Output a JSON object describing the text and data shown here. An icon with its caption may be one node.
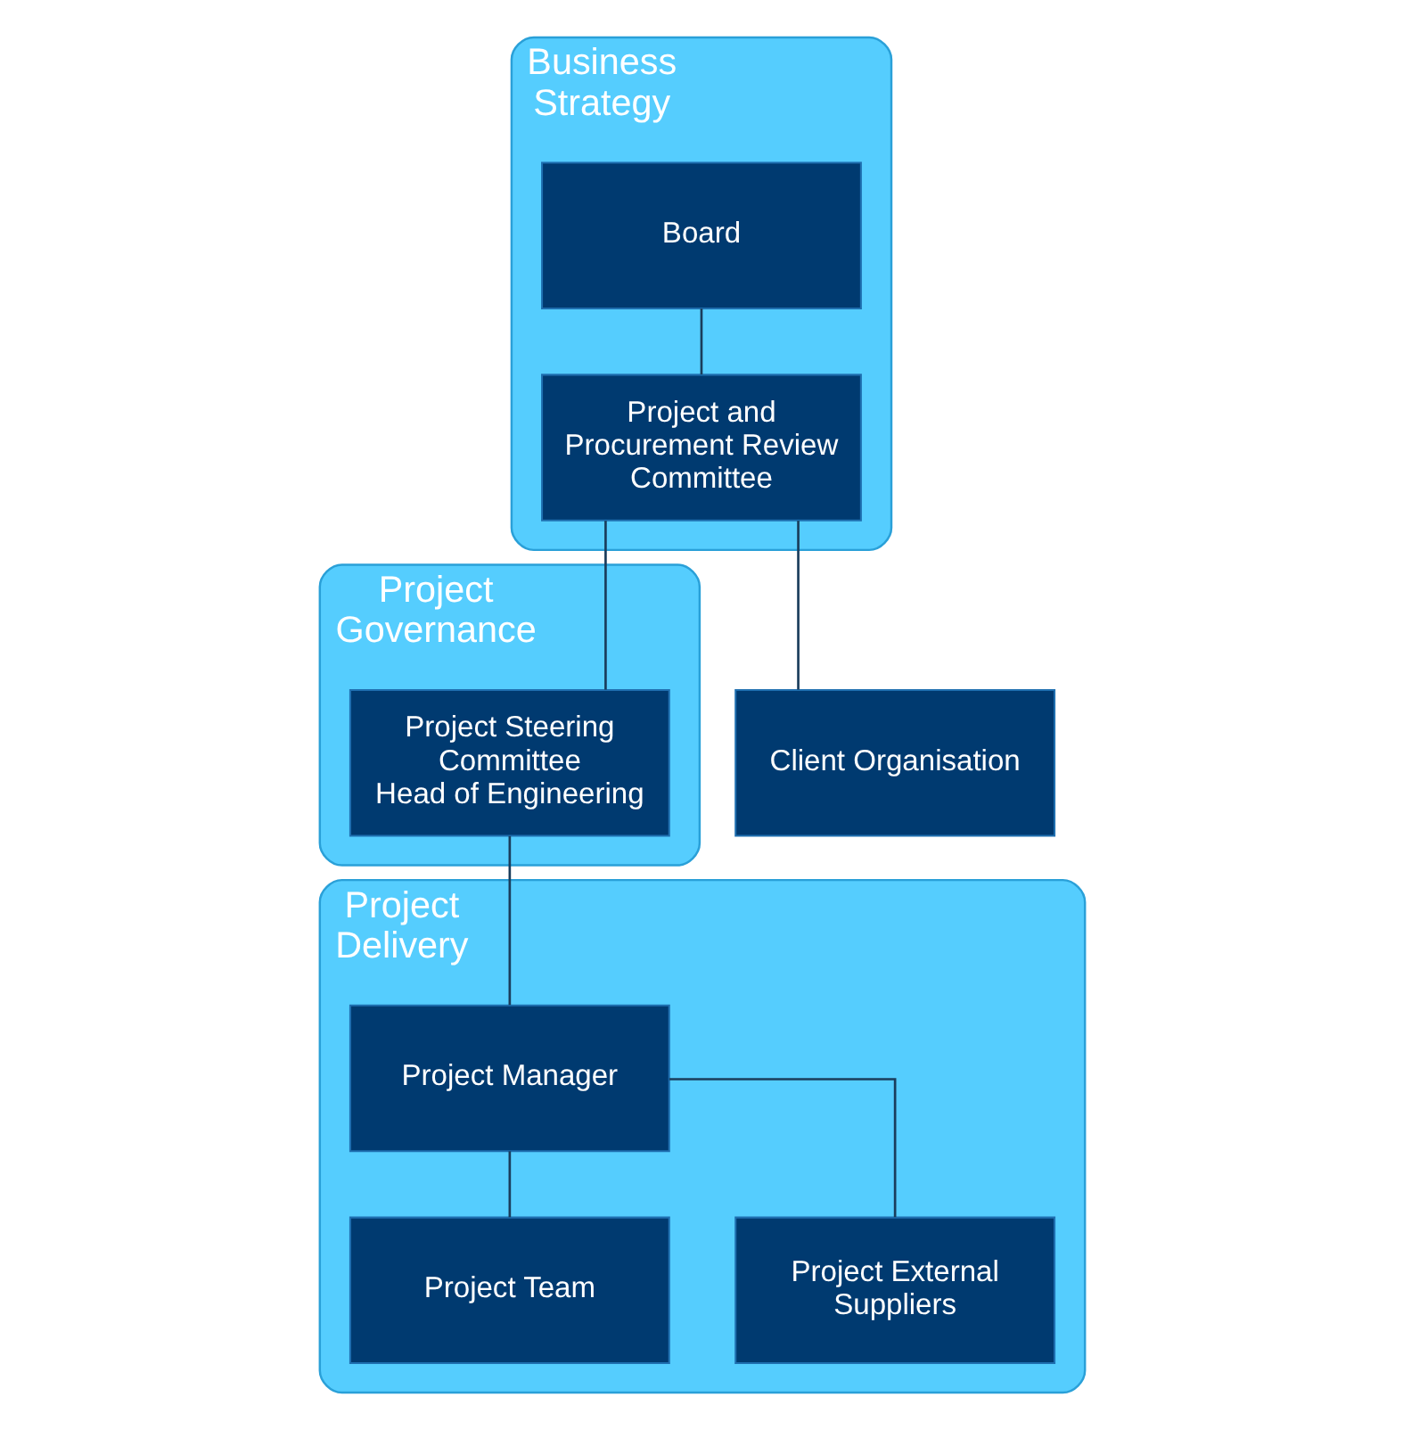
{
  "diagram": {
    "nodes": [
      {
        "text": [
          "Business Strategy"
        ]
      },
      {
        "text": [
          "Board"
        ],
        "in": 0
      },
      {
        "text": [
          "Project and Procurement Review Committee"
        ],
        "in": 0
      },
      {
        "text": [
          "Project Governance"
        ]
      },
      {
        "text": [
          "Project Steering Committee",
          "Head of Engineering"
        ],
        "in": 3
      },
      {
        "text": [
          "Client Organisation"
        ]
      },
      {
        "text": [
          "Project Delivery"
        ]
      },
      {
        "text": [
          "Project Manager"
        ],
        "in": 6
      },
      {
        "text": [
          "Project Team"
        ],
        "in": 6
      },
      {
        "text": [
          "Project External Suppliers"
        ],
        "in": 6
      }
    ],
    "edges": [
      {
        "from": 1,
        "to": 2,
        "arrow": "none"
      },
      {
        "from": 2,
        "to": 4,
        "arrow": "none"
      },
      {
        "from": 2,
        "to": 5,
        "arrow": "none"
      },
      {
        "from": 4,
        "to": 7,
        "arrow": "none"
      },
      {
        "from": 7,
        "to": 8,
        "arrow": "none"
      },
      {
        "from": 7,
        "to": 9,
        "arrow": "none"
      }
    ]
  }
}
